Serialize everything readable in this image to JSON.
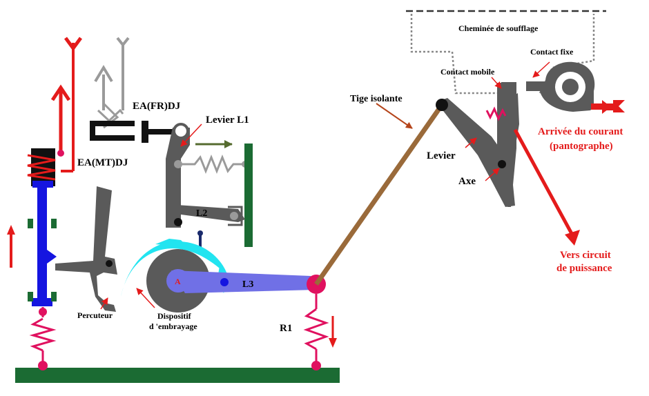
{
  "labels": {
    "chimney": "Cheminée de soufflage",
    "fixed_contact": "Contact fixe",
    "moving_contact": "Contact mobile",
    "insulating_rod": "Tige isolante",
    "current_arrival_line1": "Arrivée du courant",
    "current_arrival_line2": "(pantographe)",
    "lever": "Levier",
    "axis": "Axe",
    "power_circuit_line1": "Vers circuit",
    "power_circuit_line2": "de puissance",
    "ea_fr_dj": "EA(FR)DJ",
    "ea_mt_dj": "EA(MT)DJ",
    "lever_l1": "Levier L1",
    "l2": "L2",
    "l3": "L3",
    "point_a": "A",
    "striker": "Percuteur",
    "clutch_line1": "Dispositif",
    "clutch_line2": "d 'embrayage",
    "r1": "R1"
  },
  "colors": {
    "red": "#e41b1b",
    "gray": "#5a5a5a",
    "light_gray": "#9a9a9a",
    "blue": "#1515e0",
    "l3_blue": "#7070e6",
    "cyan": "#22e4f0",
    "green": "#1b6b33",
    "brown": "#9a6a3a",
    "pink": "#e0115f",
    "olive": "#556b2f",
    "black": "#000000"
  }
}
